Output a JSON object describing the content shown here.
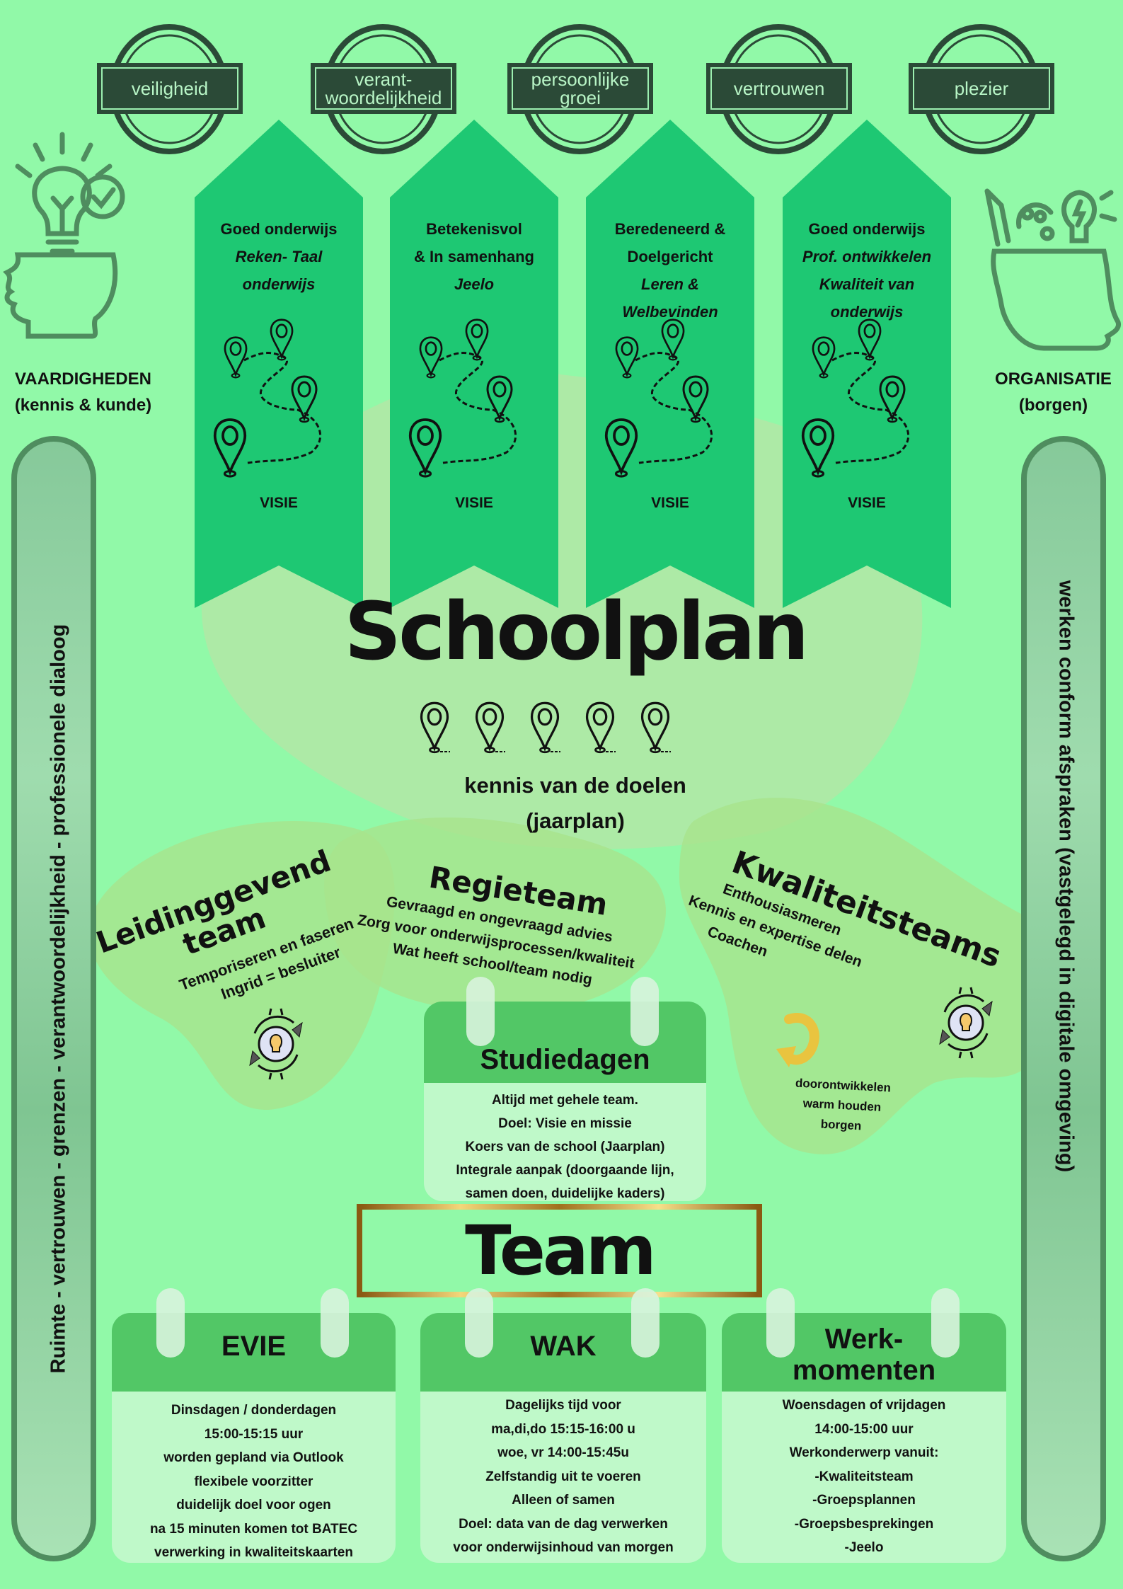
{
  "values": [
    "veiligheid",
    "verant-\nwoordelijkheid",
    "persoonlijke\ngroei",
    "vertrouwen",
    "plezier"
  ],
  "arrows": [
    {
      "lines": [
        "Goed onderwijs"
      ],
      "italic": [
        "Reken- Taal",
        "onderwijs"
      ],
      "visie": "VISIE"
    },
    {
      "lines": [
        "Betekenisvol",
        "& In samenhang"
      ],
      "italic": [
        "Jeelo"
      ],
      "visie": "VISIE"
    },
    {
      "lines": [
        "Beredeneerd &",
        "Doelgericht"
      ],
      "italic": [
        "Leren &",
        "Welbevinden"
      ],
      "visie": "VISIE"
    },
    {
      "lines": [
        "Goed onderwijs"
      ],
      "italic": [
        "Prof. ontwikkelen",
        "Kwaliteit van",
        "onderwijs"
      ],
      "visie": "VISIE"
    }
  ],
  "left": {
    "title": "VAARDIGHEDEN",
    "subtitle": "(kennis & kunde)",
    "vertical": "Ruimte - vertrouwen  -  grenzen  - verantwoordelijkheid - professionele dialoog"
  },
  "right": {
    "title": "ORGANISATIE",
    "subtitle": "(borgen)",
    "vertical": "werken conform afspraken (vastgelegd in digitale omgeving)"
  },
  "center": {
    "title": "Schoolplan",
    "line1": "kennis van de doelen",
    "line2": "(jaarplan)"
  },
  "leidinggevend": {
    "title1": "Leidinggevend",
    "title2": "team",
    "lines": [
      "Temporiseren en faseren",
      "Ingrid = besluiter"
    ]
  },
  "regieteam": {
    "title": "Regieteam",
    "lines": [
      "Gevraagd en ongevraagd advies",
      "Zorg voor onderwijsprocessen/kwaliteit",
      "Wat heeft school/team nodig"
    ]
  },
  "kwaliteit": {
    "title": "Kwaliteitsteams",
    "lines": [
      "Enthousiasmeren",
      "Kennis en expertise delen",
      "Coachen"
    ],
    "sub": [
      "doorontwikkelen",
      "warm houden",
      "borgen"
    ]
  },
  "studiedagen": {
    "title": "Studiedagen",
    "lines": [
      "Altijd met gehele team.",
      "Doel: Visie en missie",
      "Koers van de school (Jaarplan)",
      "Integrale aanpak (doorgaande lijn,",
      "samen doen, duidelijke kaders)"
    ]
  },
  "team": {
    "title": "Team"
  },
  "cards": [
    {
      "title": "EVIE",
      "lines": [
        "Dinsdagen / donderdagen",
        "15:00-15:15 uur",
        "worden gepland via Outlook",
        "flexibele voorzitter",
        "duidelijk doel voor ogen",
        "na 15 minuten komen tot BATEC",
        "verwerking in kwaliteitskaarten"
      ]
    },
    {
      "title": "WAK",
      "lines": [
        "Dagelijks tijd voor",
        "ma,di,do 15:15-16:00 u",
        "woe, vr 14:00-15:45u",
        "Zelfstandig uit te voeren",
        "Alleen of samen",
        "Doel: data van de dag verwerken",
        "voor onderwijsinhoud van morgen"
      ]
    },
    {
      "title": "Werk-\nmomenten",
      "lines": [
        "Woensdagen of vrijdagen",
        "14:00-15:00 uur",
        "Werkonderwerp vanuit:",
        "-Kwaliteitsteam",
        "-Groepsplannen",
        "-Groepsbesprekingen",
        "-Jeelo"
      ]
    }
  ],
  "colors": {
    "background": "#91f9a8",
    "arrow": "#1ec873",
    "badge": "#2b4a37",
    "icon": "#4f8d5f",
    "calendar_header": "#52c766",
    "calendar_body": "#bff9c9",
    "gold": "#c9a227"
  }
}
